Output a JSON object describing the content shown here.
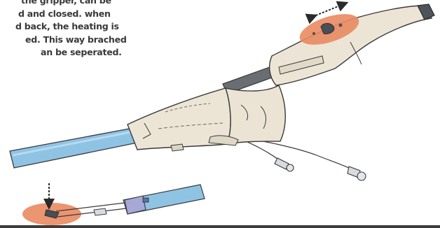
{
  "caption": {
    "lines": [
      "the gripper, can be",
      "d and closed. when",
      "d back, the heating is",
      "ed. This way brached",
      "an be seperated."
    ]
  },
  "colors": {
    "handle": "#ece5d6",
    "outline": "#3a3a3a",
    "heating_zone": "#e98a62",
    "shaft": "#8fc3e4",
    "bottom_rule": "#3c3c3c"
  },
  "icons": {
    "motion_arrow": "double-headed-dashed-arrow",
    "press_arrow": "dashed-down-arrow"
  }
}
